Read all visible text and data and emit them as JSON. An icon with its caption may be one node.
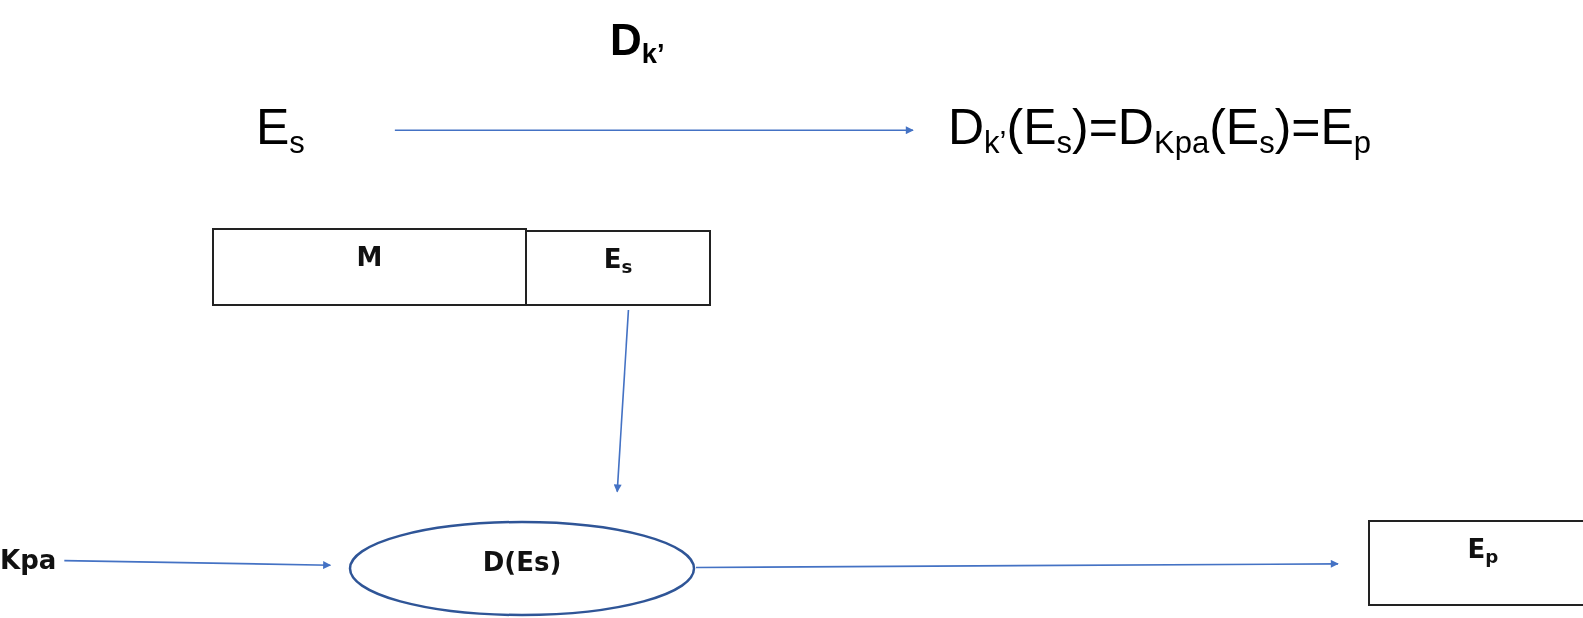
{
  "diagram": {
    "nodes": [
      {
        "text": [
          "E$_{s}$"
        ]
      },
      {
        "text": [
          "D$_{k’}$(E$_{s}$)=D$_{Kpa}$(E$_{s}$)=E$_{p}$"
        ]
      },
      {
        "text": [
          "M"
        ]
      },
      {
        "text": [
          "E$_{s}$"
        ]
      },
      {
        "text": [
          "D(Es)"
        ]
      },
      {
        "text": [
          "Kpa"
        ]
      },
      {
        "text": [
          "E$_{p}$"
        ]
      }
    ],
    "edges": [
      {
        "from": 0,
        "to": 1,
        "arrow": "to",
        "label": "D$_{k’}$"
      },
      {
        "from": 3,
        "to": 4,
        "arrow": "to"
      },
      {
        "from": 5,
        "to": 4,
        "arrow": "to"
      },
      {
        "from": 4,
        "to": 6,
        "arrow": "to"
      }
    ]
  }
}
